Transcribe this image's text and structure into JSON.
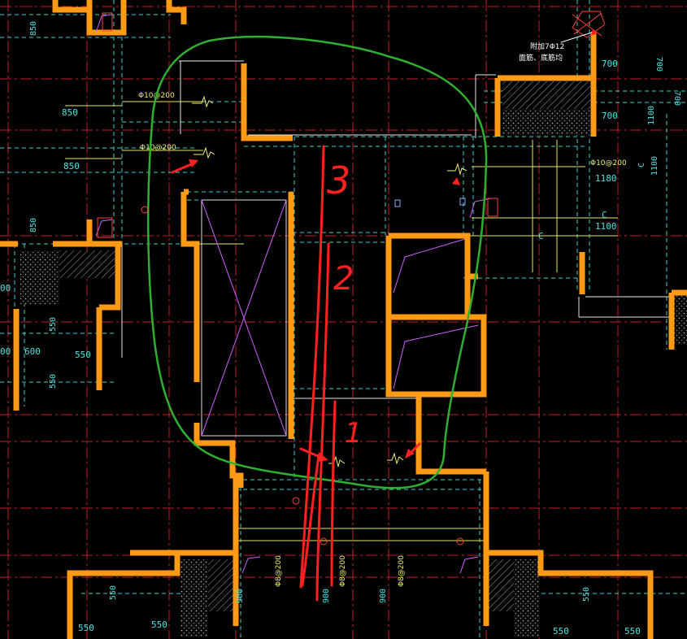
{
  "drawing": {
    "rebar_labels": {
      "top_left": "Φ10@200",
      "mid_left": "Φ10@200",
      "right": "Φ10@200",
      "top_note_line1": "附加7Φ12",
      "top_note_line2": "面筋、底筋均"
    },
    "bottom_rebar_labels": [
      "Φ8@200",
      "Φ8@200",
      "Φ8@200"
    ],
    "dimensions": {
      "left_850_a": "850",
      "left_850_b": "850",
      "left_850_vert_top": "850",
      "left_850_vert_mid": "850",
      "left_550_vert": "550",
      "left_600": "600",
      "left_550": "550",
      "left_550_vert_b": "550",
      "left_edge_00": "00",
      "left_edge_00b": "00",
      "right_700_a": "700",
      "right_700_b": "700",
      "right_700_c": "700",
      "right_700_d": "700",
      "right_1100_a": "1100",
      "right_1100_b": "1100",
      "right_1180": "1180",
      "right_1100_c": "1100",
      "right_c_a": "C",
      "right_c_b": "C",
      "right_c_c": "C",
      "bottom_550_a": "550",
      "bottom_550_b": "550",
      "bottom_550_c": "550",
      "bottom_550_d": "550",
      "bottom_550_v1": "550",
      "bottom_550_v2": "550",
      "bottom_900_a": "900",
      "bottom_900_b": "900",
      "bottom_900_c": "900"
    },
    "hand_annotations": {
      "num_3": "3",
      "num_2": "2",
      "num_1": "1"
    }
  },
  "colors": {
    "background": "#000000",
    "wall": "#ff9a16",
    "dimension": "#4fe3e3",
    "axis": "#c0202a",
    "markup_red": "#ff2020",
    "markup_green": "#2fb030"
  }
}
